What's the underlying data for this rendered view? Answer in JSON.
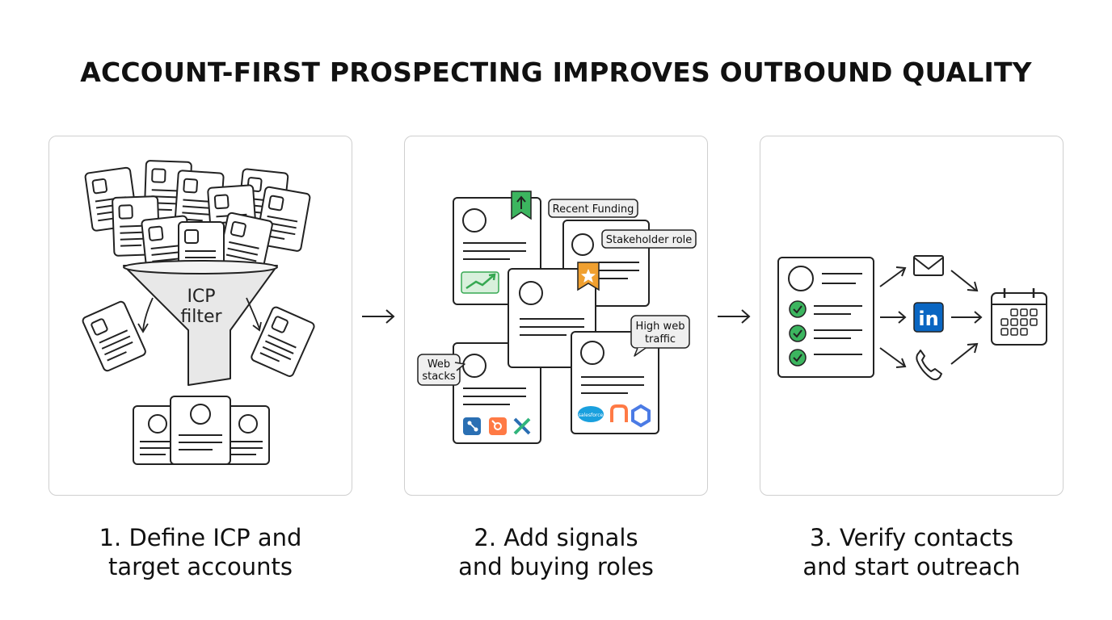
{
  "title": "ACCOUNT-FIRST PROSPECTING IMPROVES OUTBOUND QUALITY",
  "steps": [
    {
      "caption_line1": "1. Define ICP and",
      "caption_line2": "target accounts",
      "funnel_label_line1": "ICP",
      "funnel_label_line2": "filter"
    },
    {
      "caption_line1": "2. Add signals",
      "caption_line2": "and buying roles",
      "tags": {
        "recent_funding": "Recent Funding",
        "stakeholder_role": "Stakeholder role",
        "high_web_traffic_line1": "High web",
        "high_web_traffic_line2": "traffic",
        "web_stacks_line1": "Web",
        "web_stacks_line2": "stacks"
      },
      "logo_text": "salesforce"
    },
    {
      "caption_line1": "3. Verify contacts",
      "caption_line2": "and start outreach",
      "linkedin_text": "in"
    }
  ],
  "icons": [
    "envelope-icon",
    "linkedin-icon",
    "phone-icon",
    "calendar-icon",
    "check-icon",
    "growth-chart-icon",
    "star-bookmark-icon",
    "arrow-up-bookmark-icon"
  ],
  "colors": {
    "check_green": "#3cb55f",
    "chart_green": "#36a852",
    "bookmark_green": "#3cb55f",
    "bookmark_orange": "#f0a030",
    "linkedin_blue": "#0a66c2",
    "hubspot_orange": "#ff7a45",
    "tag_fill": "#efefef"
  }
}
